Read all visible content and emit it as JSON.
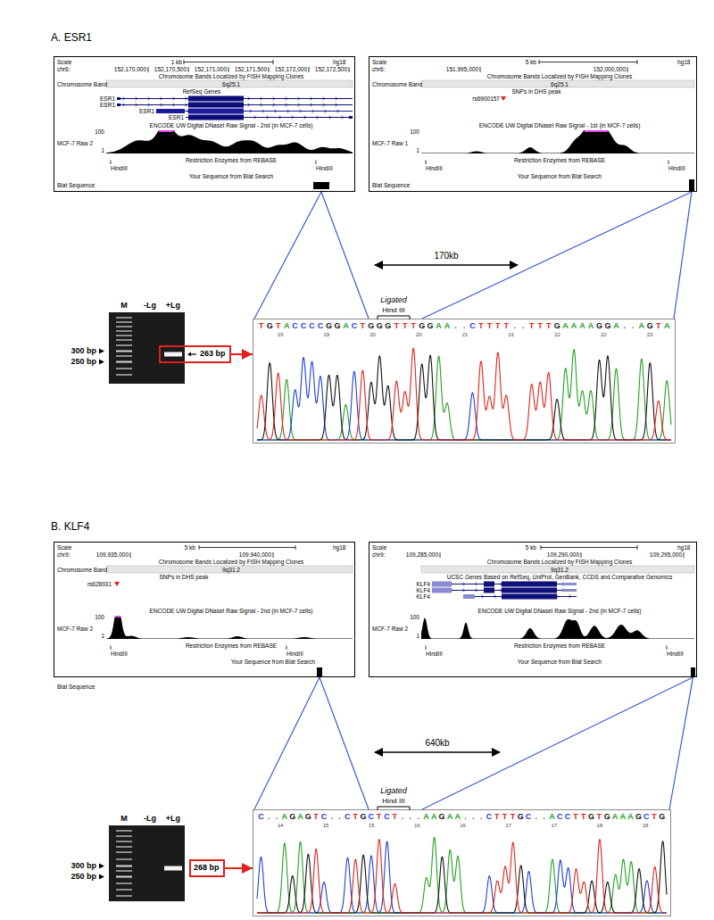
{
  "diagram": {
    "nodes": [
      {
        "text": [
          "Scale",
          "1 kb",
          "hg18",
          "chr6:",
          "152,170,000",
          "152,170,500",
          "152,171,000",
          "152,171,500",
          "152,172,000",
          "152,172,500",
          "Chromosome Bands Localized by FISH Mapping Clones",
          "Chromosome Band",
          "6q25.1",
          "RefSeq Genes",
          "ESR1",
          "ESR1",
          "ESR1",
          "ESR1",
          "MCF-7 Raw 2",
          "100",
          "1",
          "ENCODE UW Digital DNaseI Raw Signal - 2nd (in MCF-7 cells)",
          "Restriction Enzymes from REBASE",
          "HindIII",
          "HindIII",
          "Blat Sequence",
          "Your Sequence from Blat Search"
        ]
      },
      {
        "text": [
          "Scale",
          "5 kb",
          "hg18",
          "chr6:",
          "151,995,000",
          "152,000,000",
          "Chromosome Bands Localized by FISH Mapping Clones",
          "Chromosome Band",
          "6q25.1",
          "SNPs in DHS peak",
          "rs6900157",
          "MCF-7 Raw 1",
          "100",
          "1",
          "ENCODE UW Digital DNaseI Raw Signal - 1st (in MCF-7 cells)",
          "Restriction Enzymes from REBASE",
          "HindIII",
          "HindIII",
          "Blat Sequence",
          "Your Sequence from Blat Search"
        ]
      },
      {
        "text": [
          "M",
          "-Lg",
          "+Lg",
          "300 bp",
          "250 bp"
        ]
      },
      {
        "text": [
          "263 bp"
        ],
        "in": 2
      },
      {
        "text": [
          "Ligated",
          "Hind III",
          "TGTACCCCGGACTGGGTTTGGAA..CTTTT..TTTGAAAAGGA..AGTA",
          "19",
          "19",
          "20",
          "20",
          "21",
          "21",
          "22",
          "22",
          "23"
        ]
      },
      {
        "text": [
          "Scale",
          "5 kb",
          "hg18",
          "chr9:",
          "109,935,000",
          "109,940,000",
          "Chromosome Bands Localized by FISH Mapping Clones",
          "Chromosome Band",
          "9q31.2",
          "SNPs in DHS peak",
          "rs628931",
          "MCF-7 Raw 2",
          "100",
          "1",
          "ENCODE UW Digital DNaseI Raw Signal - 2nd (in MCF-7 cells)",
          "Restriction Enzymes from REBASE",
          "HindIII",
          "HindIII",
          "Your Sequence from Blat Search",
          "Blat Sequence"
        ]
      },
      {
        "text": [
          "Scale",
          "5 kb",
          "hg18",
          "chr9:",
          "109,285,000",
          "109,290,000",
          "109,295,000",
          "Chromosome Bands Localized by FISH Mapping Clones",
          "9q31.2",
          "UCSC Genes Based on RefSeq, UniProt, GenBank, CCDS and Comparative Genomics",
          "KLF4",
          "KLF4",
          "KLF4",
          "MCF-7 Raw 2",
          "100",
          "1",
          "ENCODE UW Digital DNaseI Raw Signal - 2nd (in MCF-7 cells)",
          "Restriction Enzymes from REBASE",
          "HindIII",
          "HindIII",
          "Your Sequence from Blat Search"
        ]
      },
      {
        "text": [
          "M",
          "-Lg",
          "+Lg",
          "300 bp",
          "250 bp"
        ]
      },
      {
        "text": [
          "268 bp"
        ],
        "in": 7
      },
      {
        "text": [
          "Ligated",
          "Hind III",
          "C..AGAGTC..CTGCTCT...AAGAA...CTTTGC..ACCTTGTGAAAGCTG",
          "14",
          "15",
          "15",
          "16",
          "16",
          "17",
          "17",
          "18",
          "18"
        ]
      }
    ],
    "edges": [
      {
        "from": 0,
        "to": 4,
        "arrow": "none"
      },
      {
        "from": 1,
        "to": 4,
        "arrow": "none"
      },
      {
        "from": 3,
        "to": 4,
        "arrow": "to"
      },
      {
        "from": 5,
        "to": 9,
        "arrow": "none"
      },
      {
        "from": 6,
        "to": 9,
        "arrow": "none"
      },
      {
        "from": 8,
        "to": 9,
        "arrow": "to"
      }
    ],
    "labels": [
      "A. ESR1",
      "170kb",
      "B. KLF4",
      "640kb"
    ]
  }
}
